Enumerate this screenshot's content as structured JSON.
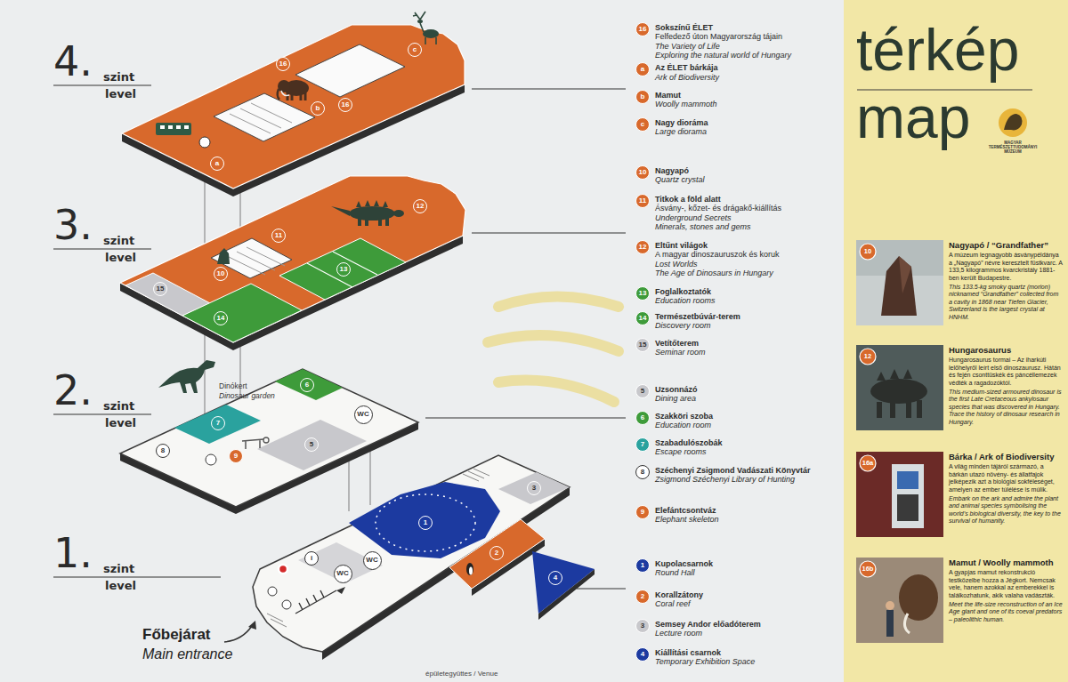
{
  "diagram": {
    "title": "térkép map",
    "nodes": [
      {
        "text": [
          "16"
        ]
      },
      {
        "text": [
          "c"
        ]
      },
      {
        "text": [
          "b"
        ]
      },
      {
        "text": [
          "16"
        ]
      },
      {
        "text": [
          "a"
        ]
      },
      {
        "text": [
          "16",
          "Sokszínű ÉLET",
          "Felfedező úton Magyarország tájain",
          "The Variety of Life",
          "Exploring the natural world of Hungary"
        ]
      },
      {
        "text": [
          "a",
          "Az ÉLET bárkája",
          "Ark of Biodiversity"
        ]
      },
      {
        "text": [
          "b",
          "Mamut",
          "Woolly mammoth"
        ]
      },
      {
        "text": [
          "c",
          "Nagy dioráma",
          "Large diorama"
        ]
      },
      {
        "text": [
          "12"
        ]
      },
      {
        "text": [
          "11"
        ]
      },
      {
        "text": [
          "13"
        ]
      },
      {
        "text": [
          "10"
        ]
      },
      {
        "text": [
          "15"
        ]
      },
      {
        "text": [
          "14"
        ]
      },
      {
        "text": [
          "10",
          "Nagyapó",
          "Quartz crystal"
        ]
      },
      {
        "text": [
          "11",
          "Titkok a föld alatt",
          "Ásvány-, kőzet- és drágakő-kiállítás",
          "Underground Secrets",
          "Minerals, stones and gems"
        ]
      },
      {
        "text": [
          "12",
          "Eltűnt világok",
          "A magyar dinoszauruszok és koruk",
          "Lost Worlds",
          "The Age of Dinosaurs in Hungary"
        ]
      },
      {
        "text": [
          "13",
          "Foglalkoztatók",
          "Education rooms"
        ]
      },
      {
        "text": [
          "14",
          "Természetbúvár-terem",
          "Discovery room"
        ]
      },
      {
        "text": [
          "15",
          "Vetítőterem",
          "Seminar room"
        ]
      },
      {
        "text": [
          "6"
        ]
      },
      {
        "text": [
          "WC"
        ]
      },
      {
        "text": [
          "7"
        ]
      },
      {
        "text": [
          "5"
        ]
      },
      {
        "text": [
          "8"
        ]
      },
      {
        "text": [
          "9"
        ]
      },
      {
        "text": [
          "5",
          "Uzsonnázó",
          "Dining area"
        ]
      },
      {
        "text": [
          "6",
          "Szakköri szoba",
          "Education room"
        ]
      },
      {
        "text": [
          "7",
          "Szabadulószobák",
          "Escape rooms"
        ]
      },
      {
        "text": [
          "8",
          "Széchenyi Zsigmond Vadászati Könyvtár",
          "Zsigmond Széchenyi Library of Hunting"
        ]
      },
      {
        "text": [
          "9",
          "Elefántcsontváz",
          "Elephant skeleton"
        ]
      },
      {
        "text": [
          "3"
        ]
      },
      {
        "text": [
          "1"
        ]
      },
      {
        "text": [
          "2"
        ]
      },
      {
        "text": [
          "i"
        ]
      },
      {
        "text": [
          "WC"
        ]
      },
      {
        "text": [
          "WC"
        ]
      },
      {
        "text": [
          "4"
        ]
      },
      {
        "text": [
          "1",
          "Kupolacsarnok",
          "Round Hall"
        ]
      },
      {
        "text": [
          "2",
          "Korallzátony",
          "Coral reef"
        ]
      },
      {
        "text": [
          "3",
          "Semsey Andor előadóterem",
          "Lecture room"
        ]
      },
      {
        "text": [
          "4",
          "Kiállítási csarnok",
          "Temporary Exhibition Space"
        ]
      },
      {
        "text": [
          "Nagyapó / “Grandfather”",
          "A múzeum legnagyobb ásványpéldánya a „Nagyapó” névre keresztelt füstkvarc. A 133,5 kilogrammos kvarckristály 1881-ben került Budapestre.",
          "This 133.5-kg smoky quartz (morion) nicknamed “Grandfather” collected from a cavity in 1868 near Tiefen Glacier, Switzerland is the largest crystal at HNHM."
        ]
      },
      {
        "text": [
          "Hungarosaurus",
          "Hungarosaurus tormai – Az iharkúti lelőhelyről leírt első dinoszaurusz. Hátán és fején csonttüskék és páncéllemezek védték a ragadozóktól.",
          "This medium-sized armoured dinosaur is the first Late Cretaceous ankylosaur species that was discovered in Hungary. Trace the history of dinosaur research in Hungary."
        ]
      },
      {
        "text": [
          "Bárka / Ark of Biodiversity",
          "A világ minden tájáról származó, a bárkán utazó növény- és állatfajok jelképezik azt a biológiai sokféleséget, amelyen az ember túlélése is múlik.",
          "Embark on the ark and admire the plant and animal species symbolising the world’s biological diversity, the key to the survival of humanity."
        ]
      },
      {
        "text": [
          "Mamut / Woolly mammoth",
          "A gyapjas mamut rekonstrukció testközelbe hozza a Jégkort. Nemcsak vele, hanem azokkal az emberekkel is találkozhatunk, akik valaha vadászták.",
          "Meet the life-size reconstruction of an Ice Age giant and one of its coeval predators – paleolithic human."
        ]
      }
    ],
    "labels": [
      "4.",
      "szint",
      "level",
      "3.",
      "szint",
      "level",
      "2.",
      "szint",
      "level",
      "1.",
      "szint",
      "level",
      "Dinókert",
      "Dinosaur garden",
      "Főbejárat",
      "Main entrance",
      "épületegyüttes / Venue",
      "MAGYAR TERMÉSZETTUDOMÁNYI MÚZEUM",
      "10",
      "12",
      "16a",
      "16b"
    ]
  }
}
